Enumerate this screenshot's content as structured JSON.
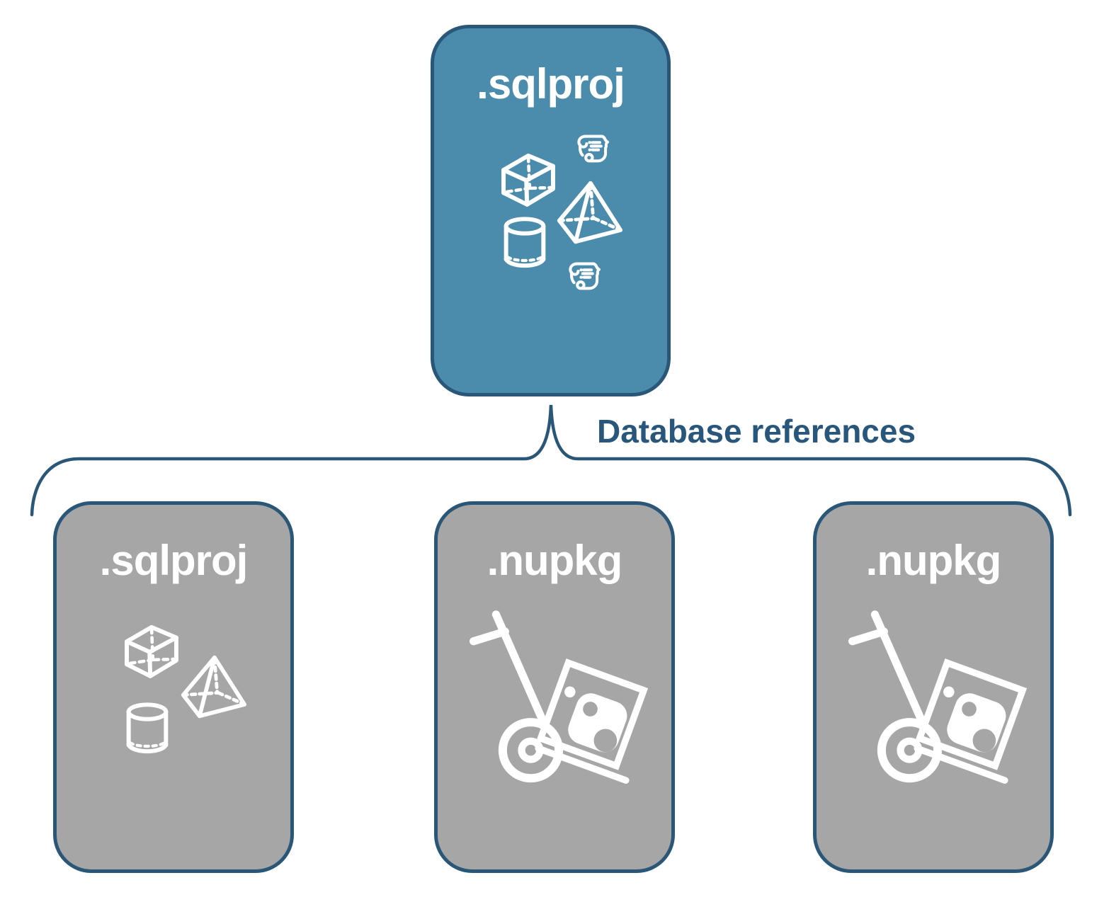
{
  "colors": {
    "root_card_fill": "#4B8CAD",
    "reference_card_fill": "#A6A6A6",
    "outline_blue": "#2A5778",
    "connector_label_color": "#29567B",
    "icon_color": "#FFFFFF",
    "background": "#FFFFFF"
  },
  "root_card": {
    "label": ".sqlproj",
    "icons": [
      "script-scroll-icon",
      "cube-icon",
      "pyramid-icon",
      "cylinder-icon",
      "script-scroll-icon"
    ]
  },
  "connector": {
    "label": "Database references",
    "type": "curly-brace"
  },
  "reference_cards": [
    {
      "label": ".sqlproj",
      "icons": [
        "cube-icon",
        "pyramid-icon",
        "cylinder-icon"
      ]
    },
    {
      "label": ".nupkg",
      "icons": [
        "package-dolly-icon"
      ]
    },
    {
      "label": ".nupkg",
      "icons": [
        "package-dolly-icon"
      ]
    }
  ]
}
